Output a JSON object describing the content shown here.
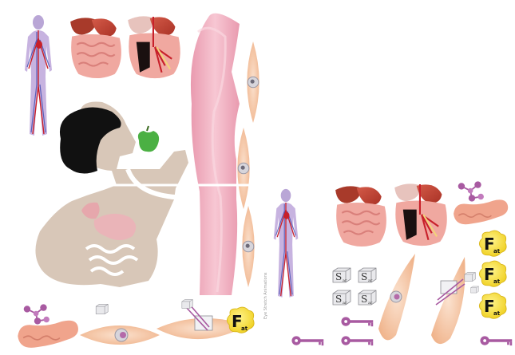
{
  "labels": {
    "fat_main": "F",
    "fat_sub": "at",
    "sugar_main": "S",
    "sugar_sub": "ar"
  },
  "credit": "Eye Stretch Animations",
  "icons": [
    "circulatory-system-figure",
    "digestive-organs",
    "digestive-organs-cutaway",
    "human-silhouette-eating",
    "apple",
    "esophagus-tube",
    "muscle-cell",
    "pancreas",
    "insulin-molecule",
    "sugar-cube",
    "fat-droplet",
    "insulin-key",
    "cell-with-key"
  ],
  "colors": {
    "tube": "#f3b6c5",
    "skin": "#d8c7b8",
    "hair": "#111111",
    "cell": "#f6c9a8",
    "nucleus": "#c9c9cf",
    "fat": "#f4dd3a",
    "key": "#a85aa1",
    "stomach": "#c0463a",
    "liver": "#a83a2a",
    "intestine": "#f0a8a0",
    "vessel_red": "#c8202a",
    "vessel_blue": "#3e4ab0"
  }
}
